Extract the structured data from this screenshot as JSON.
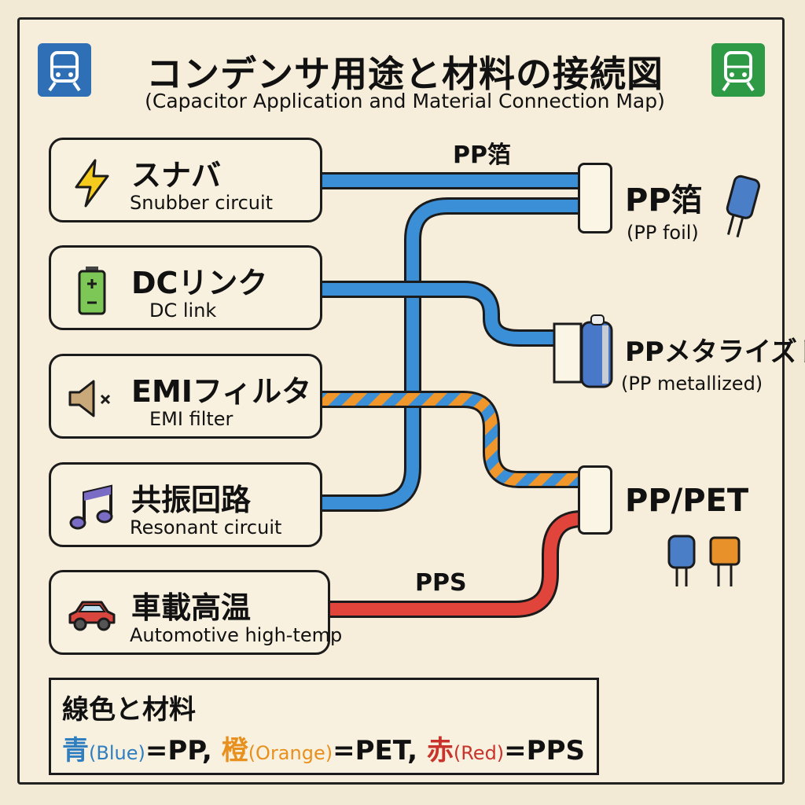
{
  "header": {
    "title": "コンデンサ用途と材料の接続図",
    "subtitle": "(Capacitor Application and Material Connection Map)",
    "left_icon": "train-icon",
    "right_icon": "train-icon"
  },
  "applications": [
    {
      "jp": "スナバ",
      "en": "Snubber circuit",
      "icon": "lightning-icon"
    },
    {
      "jp": "DCリンク",
      "en": "DC link",
      "icon": "battery-icon"
    },
    {
      "jp": "EMIフィルタ",
      "en": "EMI filter",
      "icon": "speaker-mute-icon"
    },
    {
      "jp": "共振回路",
      "en": "Resonant circuit",
      "icon": "music-note-icon"
    },
    {
      "jp": "車載高温",
      "en": "Automotive high-temp",
      "icon": "car-icon"
    }
  ],
  "wire_labels": {
    "top": "PP箔",
    "bottom": "PPS"
  },
  "materials": [
    {
      "jp": "PP箔",
      "en": "(PP foil)"
    },
    {
      "jp": "PPメタライズド",
      "en": "(PP metallized)"
    },
    {
      "jp": "PP/PET",
      "en": ""
    }
  ],
  "legend": {
    "title": "線色と材料",
    "items": [
      {
        "kanji": "青",
        "en": "(Blue)",
        "eq": "=PP,",
        "color": "#2f7fc0"
      },
      {
        "kanji": "橙",
        "en": "(Orange)",
        "eq": "=PET,",
        "color": "#e8901e"
      },
      {
        "kanji": "赤",
        "en": "(Red)",
        "eq": "=PPS",
        "color": "#c8342c"
      }
    ]
  },
  "colors": {
    "blue": "#3a8fd6",
    "orange": "#f0962a",
    "red": "#e0443a",
    "background": "#f6eedb"
  }
}
